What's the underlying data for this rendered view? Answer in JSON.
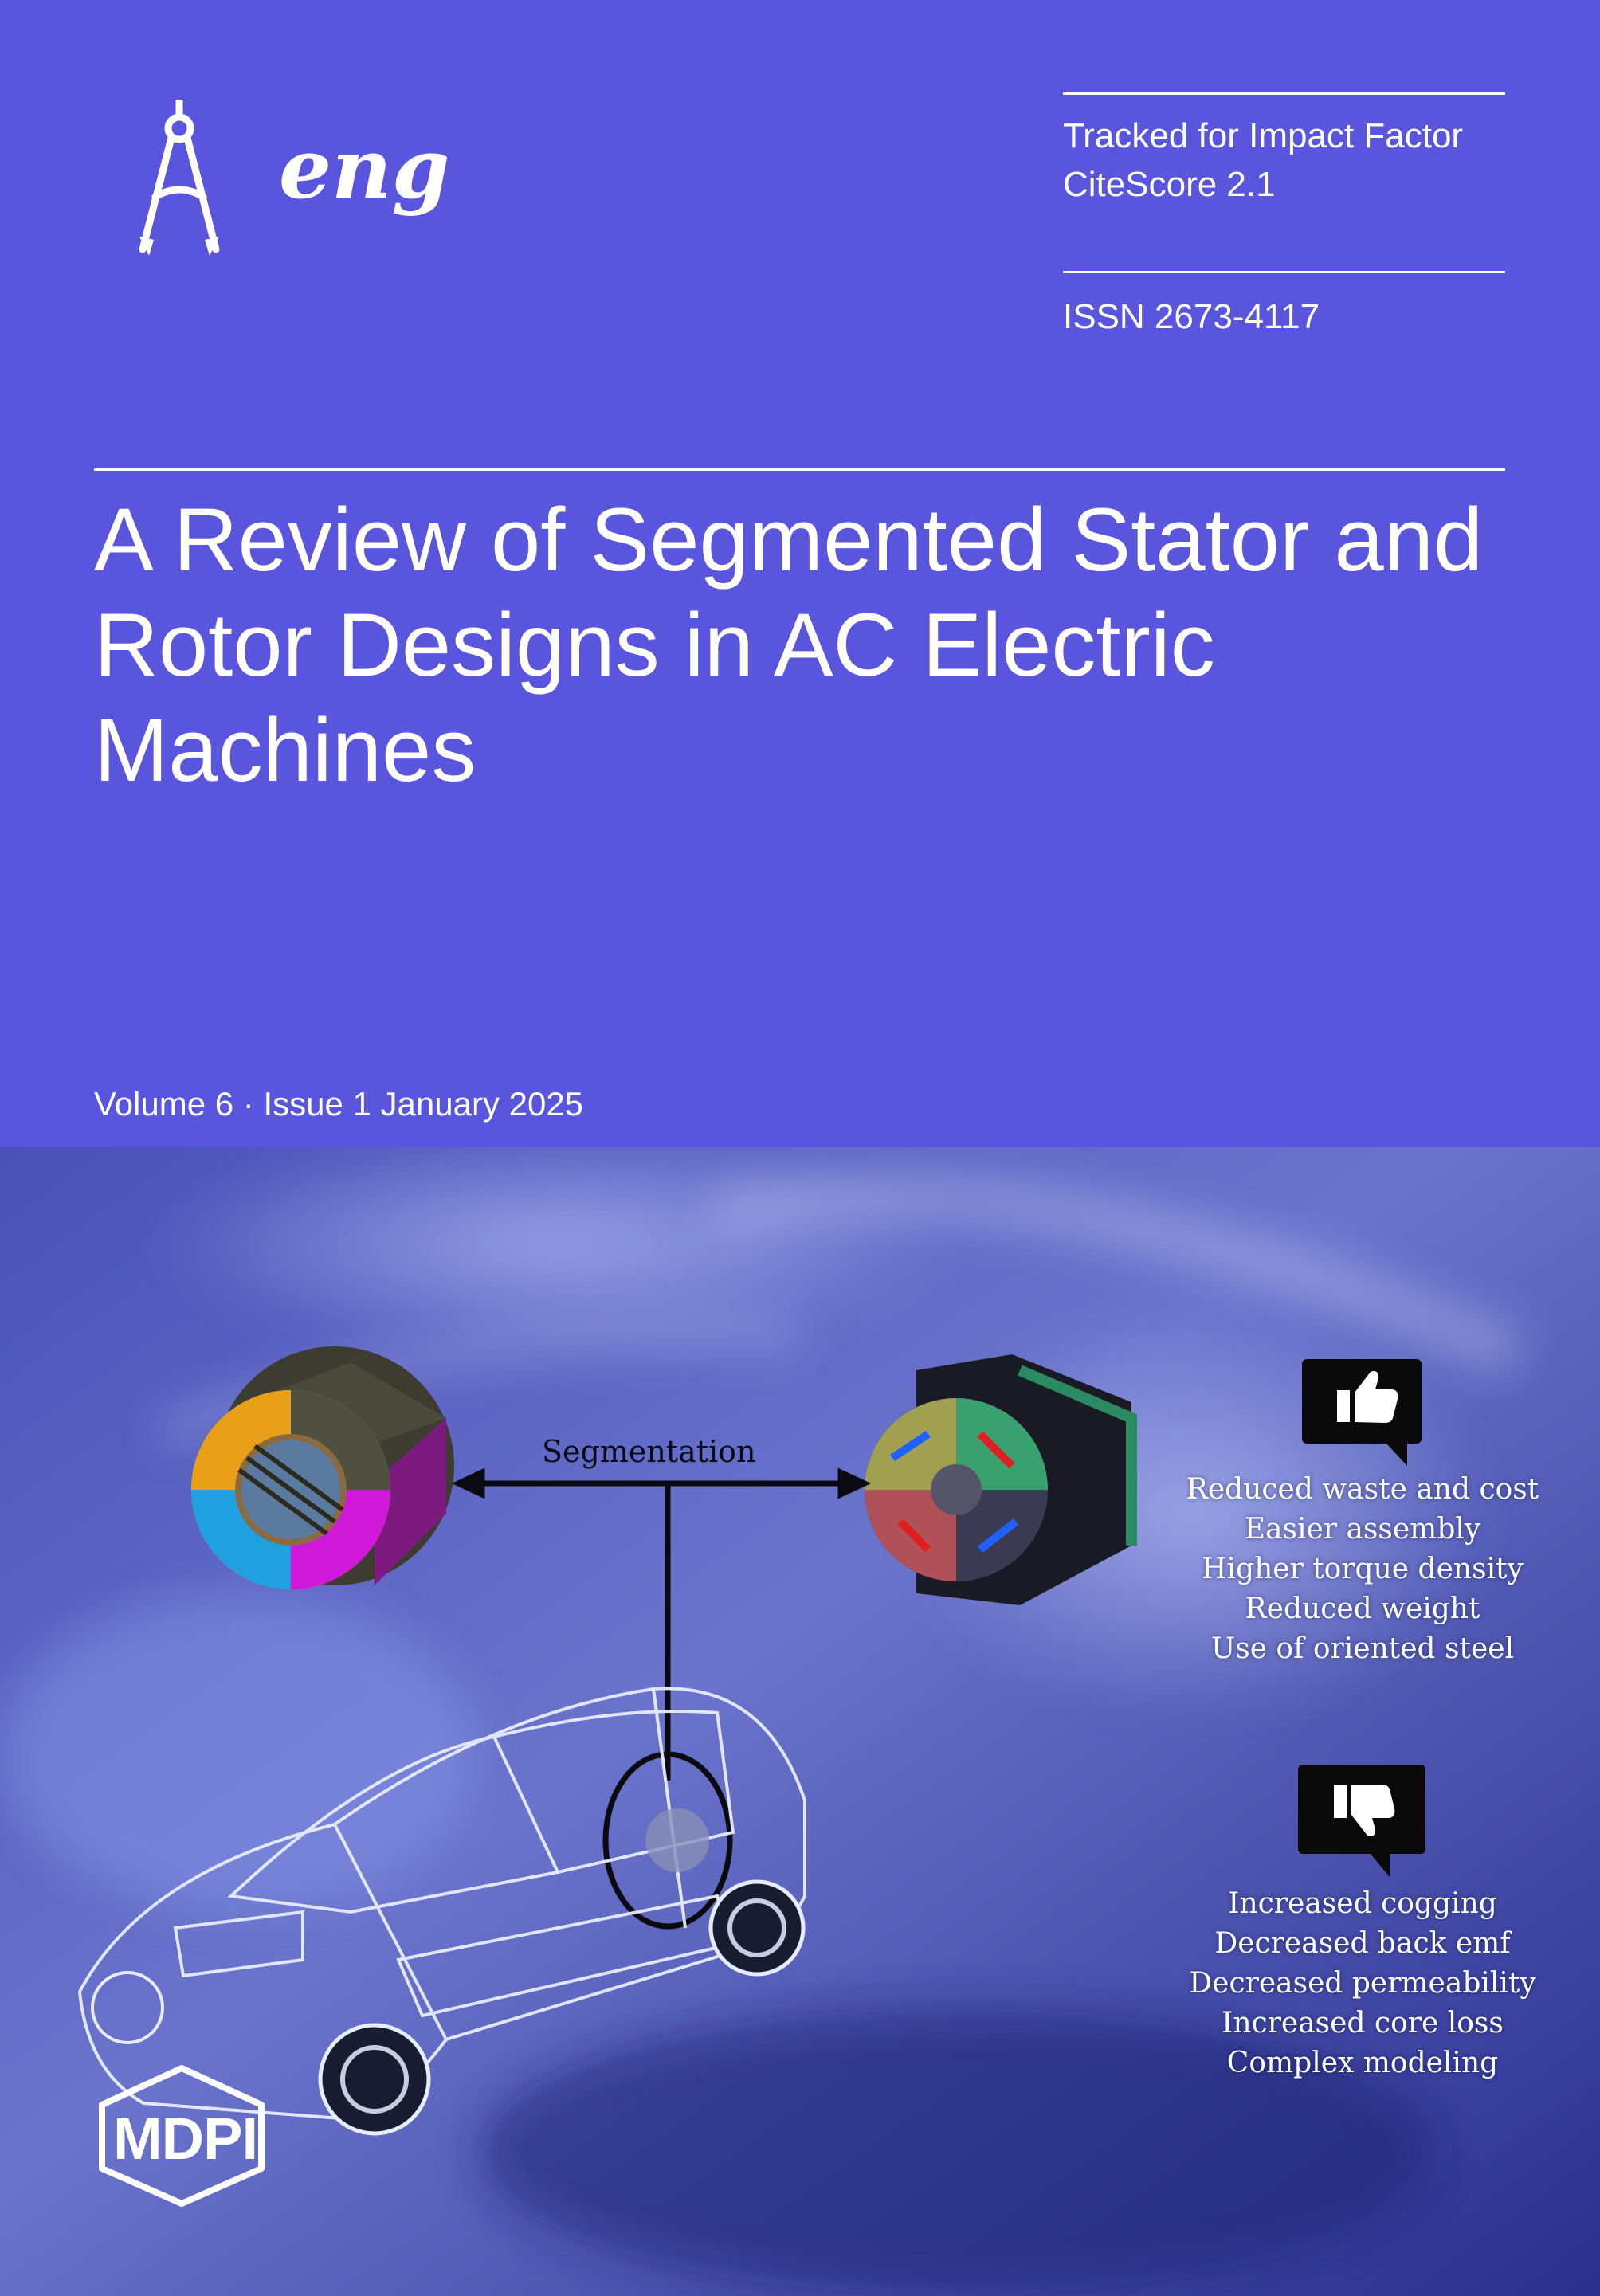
{
  "journal": {
    "name": "eng",
    "logo_icon": "compass-icon"
  },
  "metrics": {
    "impact": "Tracked for Impact Factor",
    "citescore": "CiteScore 2.1",
    "issn": "ISSN 2673-4117"
  },
  "article": {
    "title": "A Review of Segmented Stator and Rotor Designs in AC Electric Machines"
  },
  "issue": {
    "label": "Volume 6 · Issue 1 January 2025"
  },
  "figure": {
    "segmentation_label": "Segmentation",
    "advantages_icon": "thumbs-up-icon",
    "advantages": [
      "Reduced waste and cost",
      "Easier assembly",
      "Higher torque density",
      "Reduced weight",
      "Use of oriented steel"
    ],
    "disadvantages_icon": "thumbs-down-icon",
    "disadvantages": [
      "Increased cogging",
      "Decreased back emf",
      "Decreased permeability",
      "Increased core loss",
      "Complex modeling"
    ]
  },
  "publisher": {
    "name": "MDPI"
  },
  "colors": {
    "cover": "#5956dd",
    "text": "#ffffff"
  }
}
